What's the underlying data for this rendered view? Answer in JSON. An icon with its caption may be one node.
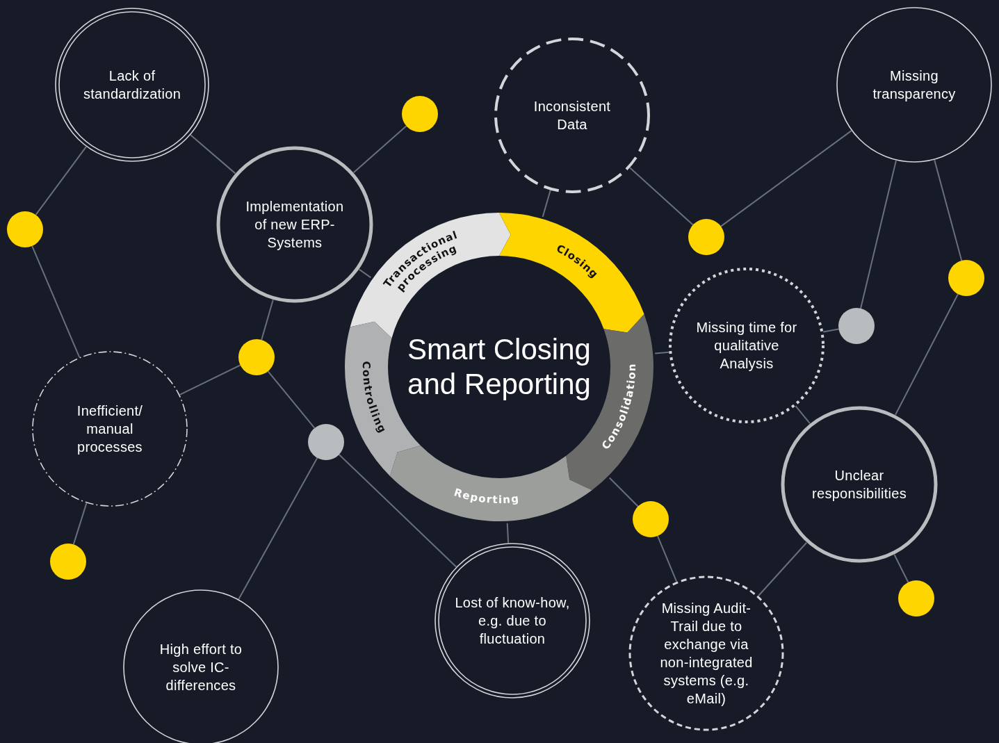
{
  "diagram": {
    "nodes": [
      {
        "text": [
          "Lack of standardization"
        ]
      },
      {
        "text": [],
        "shape": "circle"
      },
      {
        "text": [
          "Inconsistent Data"
        ]
      },
      {
        "text": [
          "Missing transparency"
        ]
      },
      {
        "text": [
          "Implementation of new ERP-Systems"
        ]
      },
      {
        "text": [],
        "shape": "circle"
      },
      {
        "text": [],
        "shape": "circle"
      },
      {
        "text": [],
        "shape": "circle"
      },
      {
        "text": [
          "Smart Closing and Reporting"
        ]
      },
      {
        "text": [
          "Transactional processing"
        ],
        "in": 8
      },
      {
        "text": [
          "Closing"
        ],
        "in": 8
      },
      {
        "text": [
          "Consolidation"
        ],
        "in": 8
      },
      {
        "text": [
          "Reporting"
        ],
        "in": 8
      },
      {
        "text": [
          "Controlling"
        ],
        "in": 8
      },
      {
        "text": [
          "Missing time for qualitative Analysis"
        ]
      },
      {
        "text": [],
        "shape": "circle"
      },
      {
        "text": [],
        "shape": "circle"
      },
      {
        "text": [
          "Inefficient/ manual processes"
        ]
      },
      {
        "text": [],
        "shape": "circle"
      },
      {
        "text": [
          "Unclear responsibilities"
        ]
      },
      {
        "text": [],
        "shape": "circle"
      },
      {
        "text": [],
        "shape": "circle"
      },
      {
        "text": [],
        "shape": "circle"
      },
      {
        "text": [
          "Lost of know-how, e.g. due to fluctuation"
        ]
      },
      {
        "text": [
          "Missing Audit-Trail due to exchange via non-integrated systems (e.g. eMail)"
        ]
      },
      {
        "text": [
          "High effort to solve IC-differences"
        ]
      }
    ],
    "edges": [
      {
        "from": 0,
        "to": 5,
        "arrow": "none"
      },
      {
        "from": 0,
        "to": 4,
        "arrow": "none"
      },
      {
        "from": 4,
        "to": 1,
        "arrow": "none"
      },
      {
        "from": 4,
        "to": 9,
        "arrow": "none"
      },
      {
        "from": 4,
        "to": 16,
        "arrow": "none"
      },
      {
        "from": 2,
        "to": 10,
        "arrow": "none"
      },
      {
        "from": 2,
        "to": 6,
        "arrow": "none"
      },
      {
        "from": 6,
        "to": 3,
        "arrow": "none"
      },
      {
        "from": 3,
        "to": 15,
        "arrow": "none"
      },
      {
        "from": 3,
        "to": 7,
        "arrow": "none"
      },
      {
        "from": 7,
        "to": 19,
        "arrow": "none"
      },
      {
        "from": 11,
        "to": 14,
        "arrow": "none"
      },
      {
        "from": 14,
        "to": 15,
        "arrow": "none"
      },
      {
        "from": 14,
        "to": 19,
        "arrow": "none"
      },
      {
        "from": 19,
        "to": 22,
        "arrow": "none"
      },
      {
        "from": 19,
        "to": 24,
        "arrow": "none"
      },
      {
        "from": 11,
        "to": 20,
        "arrow": "none"
      },
      {
        "from": 20,
        "to": 24,
        "arrow": "none"
      },
      {
        "from": 12,
        "to": 23,
        "arrow": "none"
      },
      {
        "from": 16,
        "to": 17,
        "arrow": "none"
      },
      {
        "from": 16,
        "to": 18,
        "arrow": "none"
      },
      {
        "from": 18,
        "to": 23,
        "arrow": "none"
      },
      {
        "from": 18,
        "to": 25,
        "arrow": "none"
      },
      {
        "from": 5,
        "to": 17,
        "arrow": "none"
      },
      {
        "from": 17,
        "to": 21,
        "arrow": "none"
      }
    ]
  }
}
